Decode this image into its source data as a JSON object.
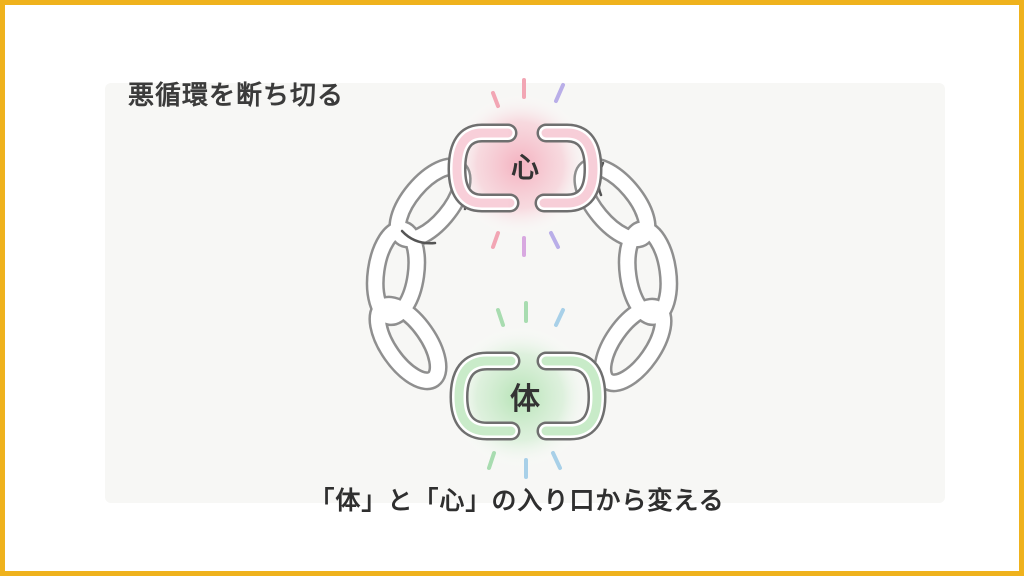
{
  "title": "悪循環を断ち切る",
  "caption": "「体」と「心」の入り口から変える",
  "labels": {
    "top": "心",
    "bottom": "体"
  },
  "colors": {
    "border": "#efb21d",
    "heart_glow": "#f4b6c2",
    "body_glow": "#b9e5b9",
    "chain_fill": "#ffffff",
    "chain_outline": "#8a8a8a"
  }
}
